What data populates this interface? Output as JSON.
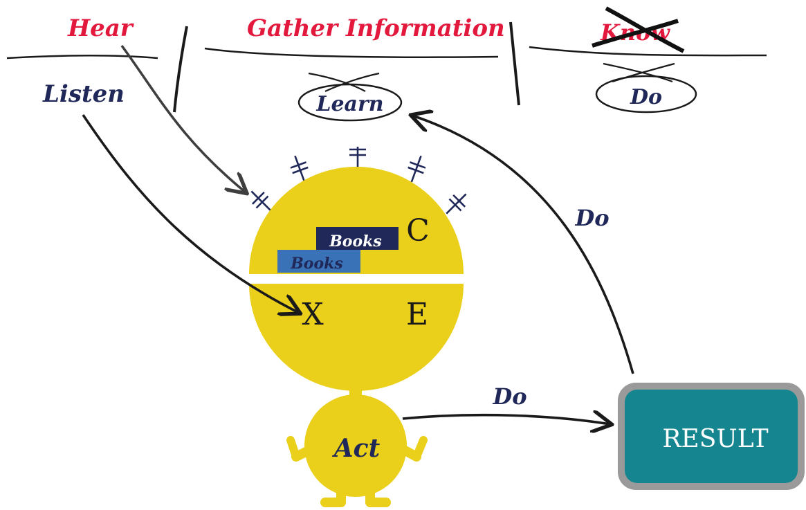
{
  "header": {
    "hear": "Hear",
    "gather": "Gather Information",
    "know": "Know"
  },
  "labels": {
    "listen": "Listen",
    "learn": "Learn",
    "do_top": "Do",
    "do_right": "Do",
    "do_bottom": "Do",
    "act": "Act",
    "result": "RESULT"
  },
  "head": {
    "book_top": "Books",
    "book_bottom": "Books",
    "letter_c": "C",
    "letter_x": "X",
    "letter_e": "E"
  },
  "colors": {
    "red": "#e3183d",
    "navy": "#1f2858",
    "yellow": "#ead01a",
    "book_dark": "#1f2858",
    "book_blue": "#3a72b8",
    "result_fill": "#15868f",
    "result_border": "#9a9a9a",
    "ink": "#1a1a1a"
  }
}
